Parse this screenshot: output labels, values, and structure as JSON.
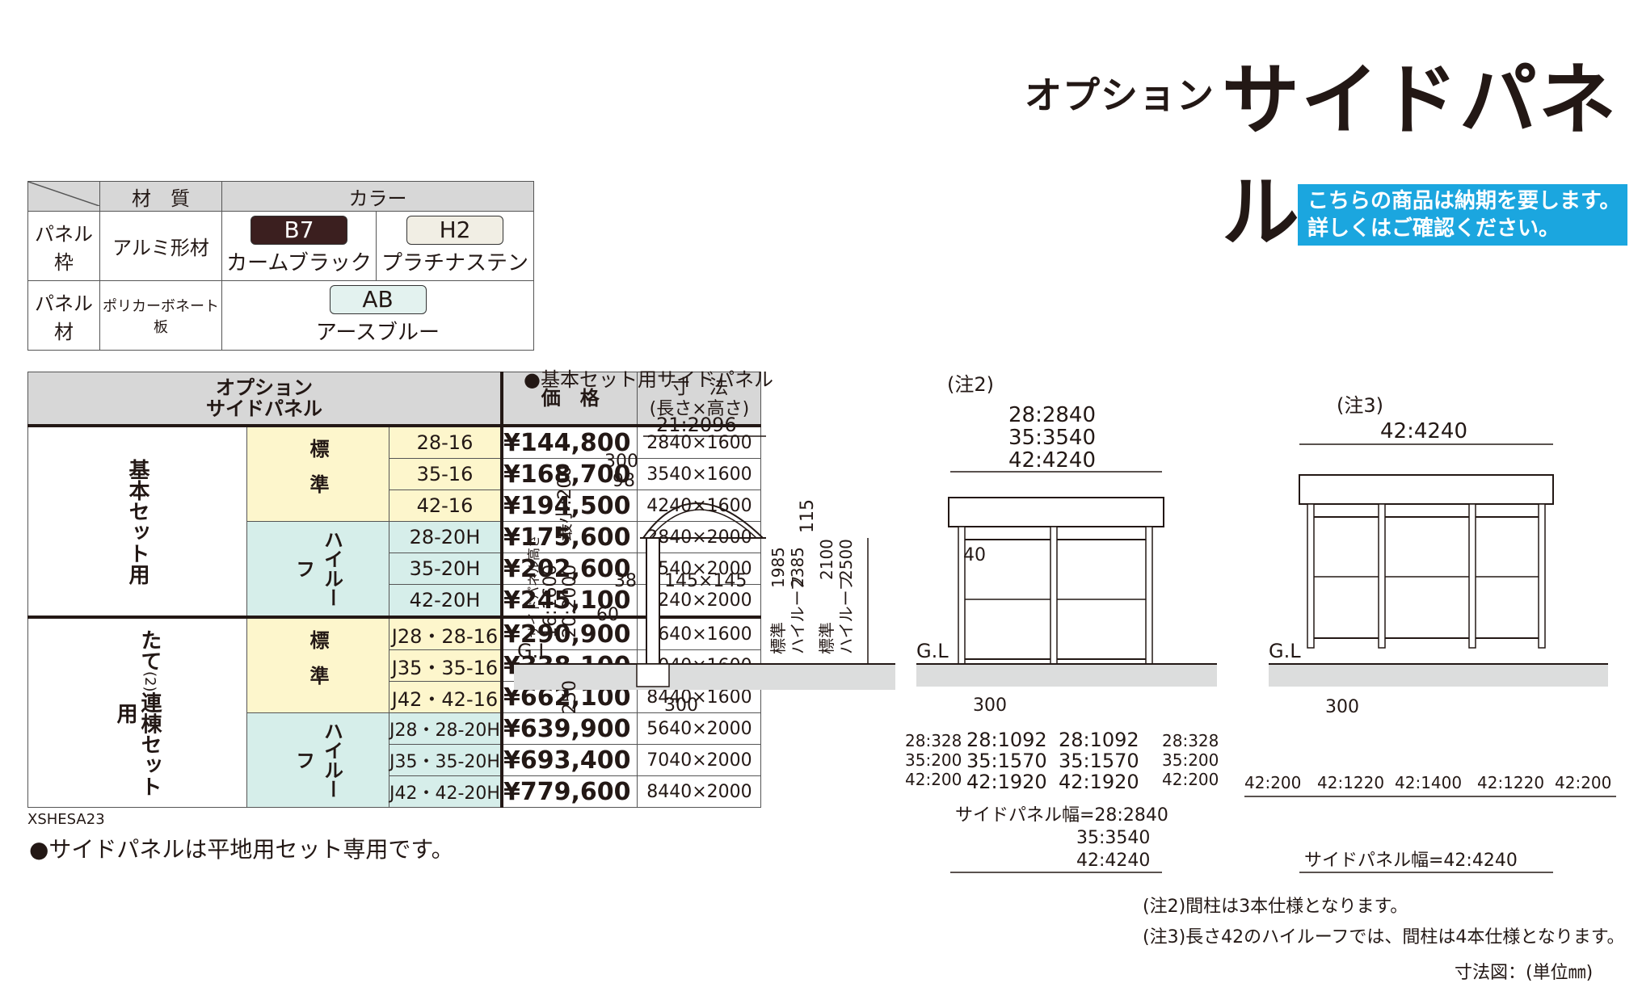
{
  "header": {
    "option_label": "オプション",
    "title": "サイドパネル"
  },
  "notice": {
    "line1": "こちらの商品は納期を要します。",
    "line2": "詳しくはご確認ください。"
  },
  "material_table": {
    "col_material": "材　質",
    "col_color": "カラー",
    "rows": [
      {
        "part": "パネル枠",
        "material": "アルミ形材",
        "colors": [
          {
            "code": "B7",
            "name": "カームブラック",
            "swatch": "#3b1f1f",
            "text_color": "#ffffff"
          },
          {
            "code": "H2",
            "name": "プラチナステン",
            "swatch": "#f1eee4",
            "text_color": "#231815"
          }
        ]
      },
      {
        "part": "パネル材",
        "material": "ポリカーボネート板",
        "colors": [
          {
            "code": "AB",
            "name": "アースブルー",
            "swatch": "#e3f2ef",
            "text_color": "#231815"
          }
        ]
      }
    ]
  },
  "price_table": {
    "head_option": "オプション",
    "head_panel": "サイドパネル",
    "head_price": "価　格",
    "head_size": "寸　法",
    "head_size_sub": "(長さ×高さ)",
    "group_basic": "基本セット用",
    "group_linked_pre": "たて",
    "group_linked_num": "(2)",
    "group_linked_post": "連棟セット用",
    "sub_standard": "標準",
    "sub_high": "ハイルーフ",
    "rows": [
      {
        "code": "28-16",
        "price": "¥144,800",
        "size": "2840×1600"
      },
      {
        "code": "35-16",
        "price": "¥168,700",
        "size": "3540×1600"
      },
      {
        "code": "42-16",
        "price": "¥194,500",
        "size": "4240×1600"
      },
      {
        "code": "28-20H",
        "price": "¥175,600",
        "size": "2840×2000"
      },
      {
        "code": "35-20H",
        "price": "¥202,600",
        "size": "3540×2000"
      },
      {
        "code": "42-20H",
        "price": "¥245,100",
        "size": "4240×2000"
      },
      {
        "code": "J28・28-16",
        "price": "¥290,900",
        "size": "5640×1600"
      },
      {
        "code": "J35・35-16",
        "price": "¥338,100",
        "size": "7040×1600"
      },
      {
        "code": "J42・42-16",
        "price": "¥662,100",
        "size": "8440×1600"
      },
      {
        "code": "J28・28-20H",
        "price": "¥639,900",
        "size": "5640×2000"
      },
      {
        "code": "J35・35-20H",
        "price": "¥693,400",
        "size": "7040×2000"
      },
      {
        "code": "J42・42-20H",
        "price": "¥779,600",
        "size": "8440×2000"
      }
    ]
  },
  "code_note": "XSHESA23",
  "flat_note": "●サイドパネルは平地用セット専用です。",
  "diagram1": {
    "title": "●基本セット用サイドパネル",
    "d_width": "21:2096",
    "d_300": "300",
    "d_98": "98",
    "d_min200": "最小:200",
    "d_panel_h": "サイドパネル高さ",
    "d_16": "16:1600",
    "d_20": "20:2000",
    "d_38": "38",
    "d_145": "145×145",
    "d_60": "60",
    "d_115": "115",
    "d_1985": "1985",
    "d_2385": "2385",
    "d_std": "標準",
    "d_high": "ハイルーフ",
    "d_2100": "2100",
    "d_2500": "2500",
    "gl": "G.L",
    "d_250": "250",
    "d_base300": "300"
  },
  "diagram2": {
    "note": "(注2)",
    "w28": "28:2840",
    "w35": "35:3540",
    "w42": "42:4240",
    "d_40": "40",
    "gl": "G.L",
    "d_300": "300",
    "seg_a": [
      "28:328",
      "35:200",
      "42:200"
    ],
    "seg_b": [
      "28:1092",
      "35:1570",
      "42:1920"
    ],
    "seg_c": [
      "28:1092",
      "35:1570",
      "42:1920"
    ],
    "seg_d": [
      "28:328",
      "35:200",
      "42:200"
    ],
    "panel_w_label": "サイドパネル幅=28:2840",
    "panel_w_35": "35:3540",
    "panel_w_42": "42:4240"
  },
  "diagram3": {
    "note": "(注3)",
    "w42": "42:4240",
    "gl": "G.L",
    "d_300": "300",
    "segs": [
      "42:200",
      "42:1220",
      "42:1400",
      "42:1220",
      "42:200"
    ],
    "panel_w_label": "サイドパネル幅=42:4240"
  },
  "footnotes": {
    "n2": "(注2)間柱は3本仕様となります。",
    "n3": "(注3)長さ42のハイルーフでは、間柱は4本仕様となります。",
    "unit": "寸法図：(単位㎜)"
  }
}
